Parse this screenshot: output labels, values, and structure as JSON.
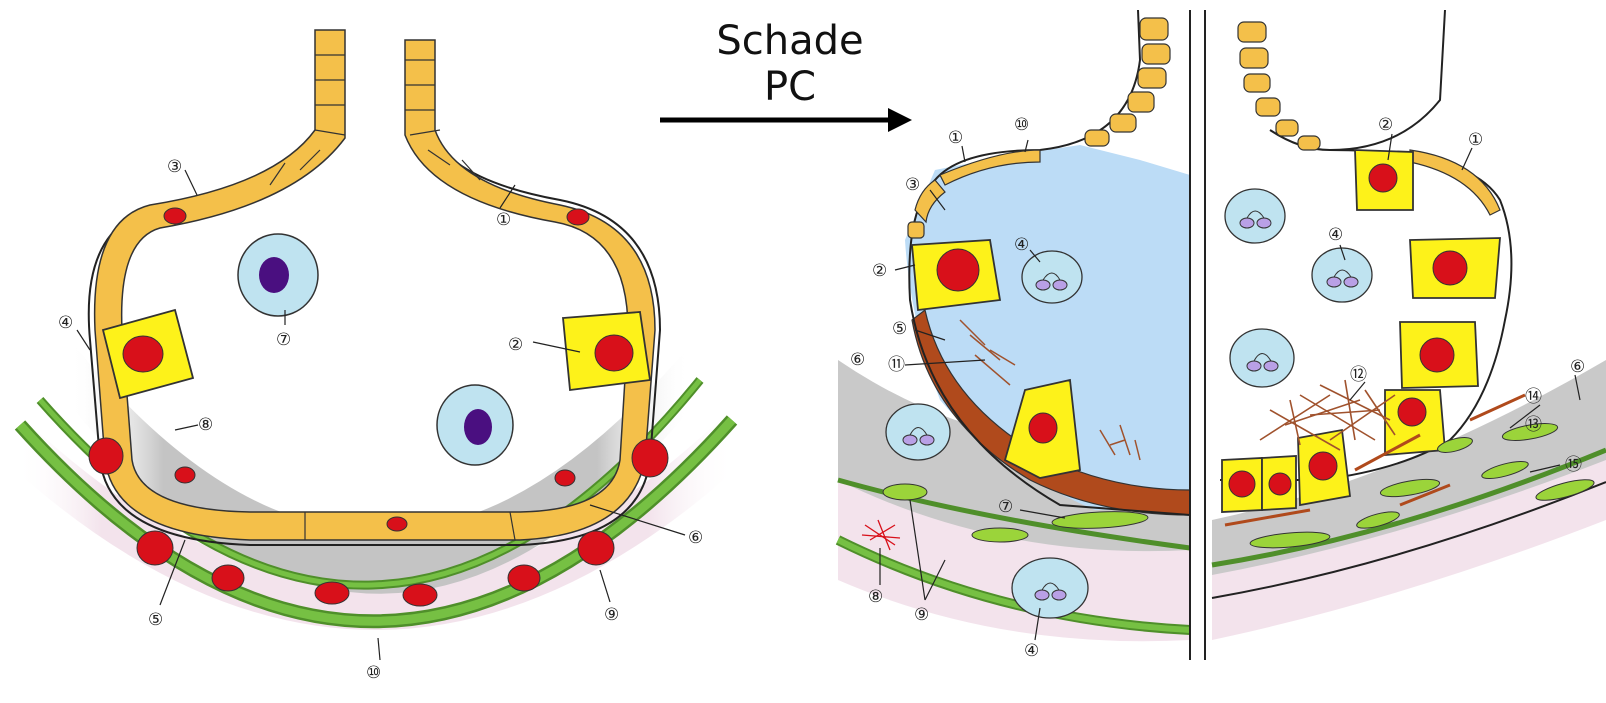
{
  "arrow": {
    "line1": "Schade",
    "line2": "PC"
  },
  "colors": {
    "epithelium_flat": "#f4c04a",
    "cuboidal_cell": "#fdf21a",
    "nucleus": "#d8101a",
    "macrophage": "#bfe3f0",
    "macrophage_nucleus": "#4a0f80",
    "basement_membrane": "#6db33f",
    "interstitium_gray": "#bdbdbd",
    "interstitium_pink": "#f4e4ee",
    "edema_fluid": "#bcdcf6",
    "hyaline_membrane": "#b04a1c",
    "fibrin": "#a0522d",
    "fibroblast": "#9bd43a"
  },
  "left_panel": {
    "labels": [
      {
        "id": "1",
        "text": "①"
      },
      {
        "id": "2",
        "text": "②"
      },
      {
        "id": "3",
        "text": "③"
      },
      {
        "id": "4",
        "text": "④"
      },
      {
        "id": "5",
        "text": "⑤"
      },
      {
        "id": "6",
        "text": "⑥"
      },
      {
        "id": "7",
        "text": "⑦"
      },
      {
        "id": "8",
        "text": "⑧"
      },
      {
        "id": "9",
        "text": "⑨"
      },
      {
        "id": "10",
        "text": "⑩"
      }
    ]
  },
  "middle_panel": {
    "labels": [
      {
        "id": "1",
        "text": "①"
      },
      {
        "id": "10",
        "text": "⑩"
      },
      {
        "id": "3",
        "text": "③"
      },
      {
        "id": "2",
        "text": "②"
      },
      {
        "id": "4a",
        "text": "④"
      },
      {
        "id": "5",
        "text": "⑤"
      },
      {
        "id": "6",
        "text": "⑥"
      },
      {
        "id": "11",
        "text": "⑪"
      },
      {
        "id": "7",
        "text": "⑦"
      },
      {
        "id": "8",
        "text": "⑧"
      },
      {
        "id": "9",
        "text": "⑨"
      },
      {
        "id": "4b",
        "text": "④"
      }
    ]
  },
  "right_panel": {
    "labels": [
      {
        "id": "2",
        "text": "②"
      },
      {
        "id": "1",
        "text": "①"
      },
      {
        "id": "4",
        "text": "④"
      },
      {
        "id": "12",
        "text": "⑫"
      },
      {
        "id": "6",
        "text": "⑥"
      },
      {
        "id": "14",
        "text": "⑭"
      },
      {
        "id": "13",
        "text": "⑬"
      },
      {
        "id": "15",
        "text": "⑮"
      }
    ]
  }
}
